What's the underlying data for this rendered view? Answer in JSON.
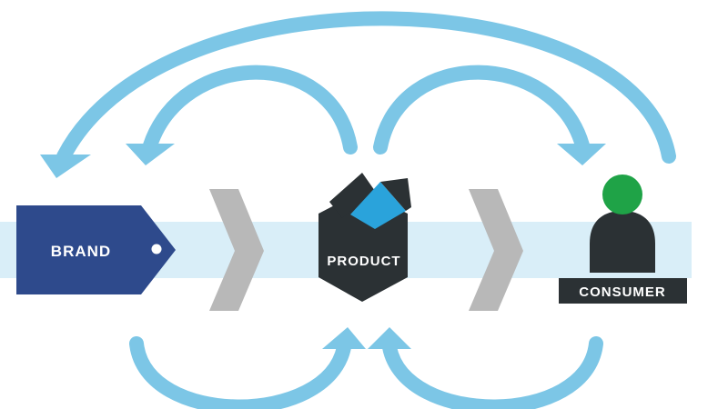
{
  "diagram": {
    "nodes": {
      "brand": {
        "label": "BRAND"
      },
      "product": {
        "label": "PRODUCT"
      },
      "consumer": {
        "label": "CONSUMER"
      }
    },
    "colors": {
      "band": "#d9eef8",
      "arrow": "#7cc6e6",
      "brand_tag": "#2e4a8c",
      "chevron": "#b8b8b8",
      "box_dark": "#2b3134",
      "box_accent": "#2aa3db",
      "consumer_head": "#1fa347",
      "consumer_body": "#2b3134",
      "label_text": "#ffffff"
    },
    "icons": [
      "brand-tag-icon",
      "chevron-right-icon",
      "product-box-icon",
      "consumer-person-icon",
      "curved-arrow-icon"
    ]
  }
}
